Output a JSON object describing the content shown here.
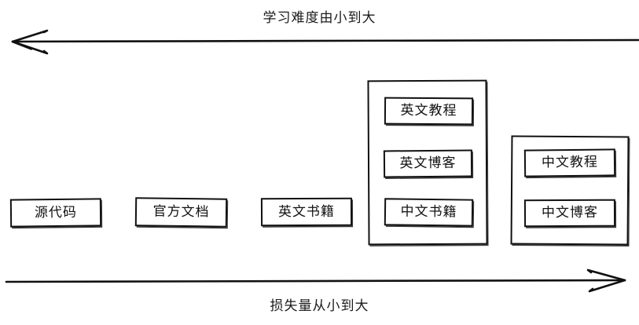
{
  "diagram": {
    "top_axis": {
      "label": "学习难度由小到大",
      "direction": "left",
      "arrow_icon": "arrow-left-icon"
    },
    "bottom_axis": {
      "label": "损失量从小到大",
      "direction": "right",
      "arrow_icon": "arrow-right-icon"
    },
    "standalone_boxes": [
      {
        "label": "源代码"
      },
      {
        "label": "官方文档"
      },
      {
        "label": "英文书籍"
      }
    ],
    "groups": [
      {
        "name": "group-english",
        "items": [
          {
            "label": "英文教程"
          },
          {
            "label": "英文博客"
          },
          {
            "label": "中文书籍"
          }
        ]
      },
      {
        "name": "group-chinese",
        "items": [
          {
            "label": "中文教程"
          },
          {
            "label": "中文博客"
          }
        ]
      }
    ]
  }
}
